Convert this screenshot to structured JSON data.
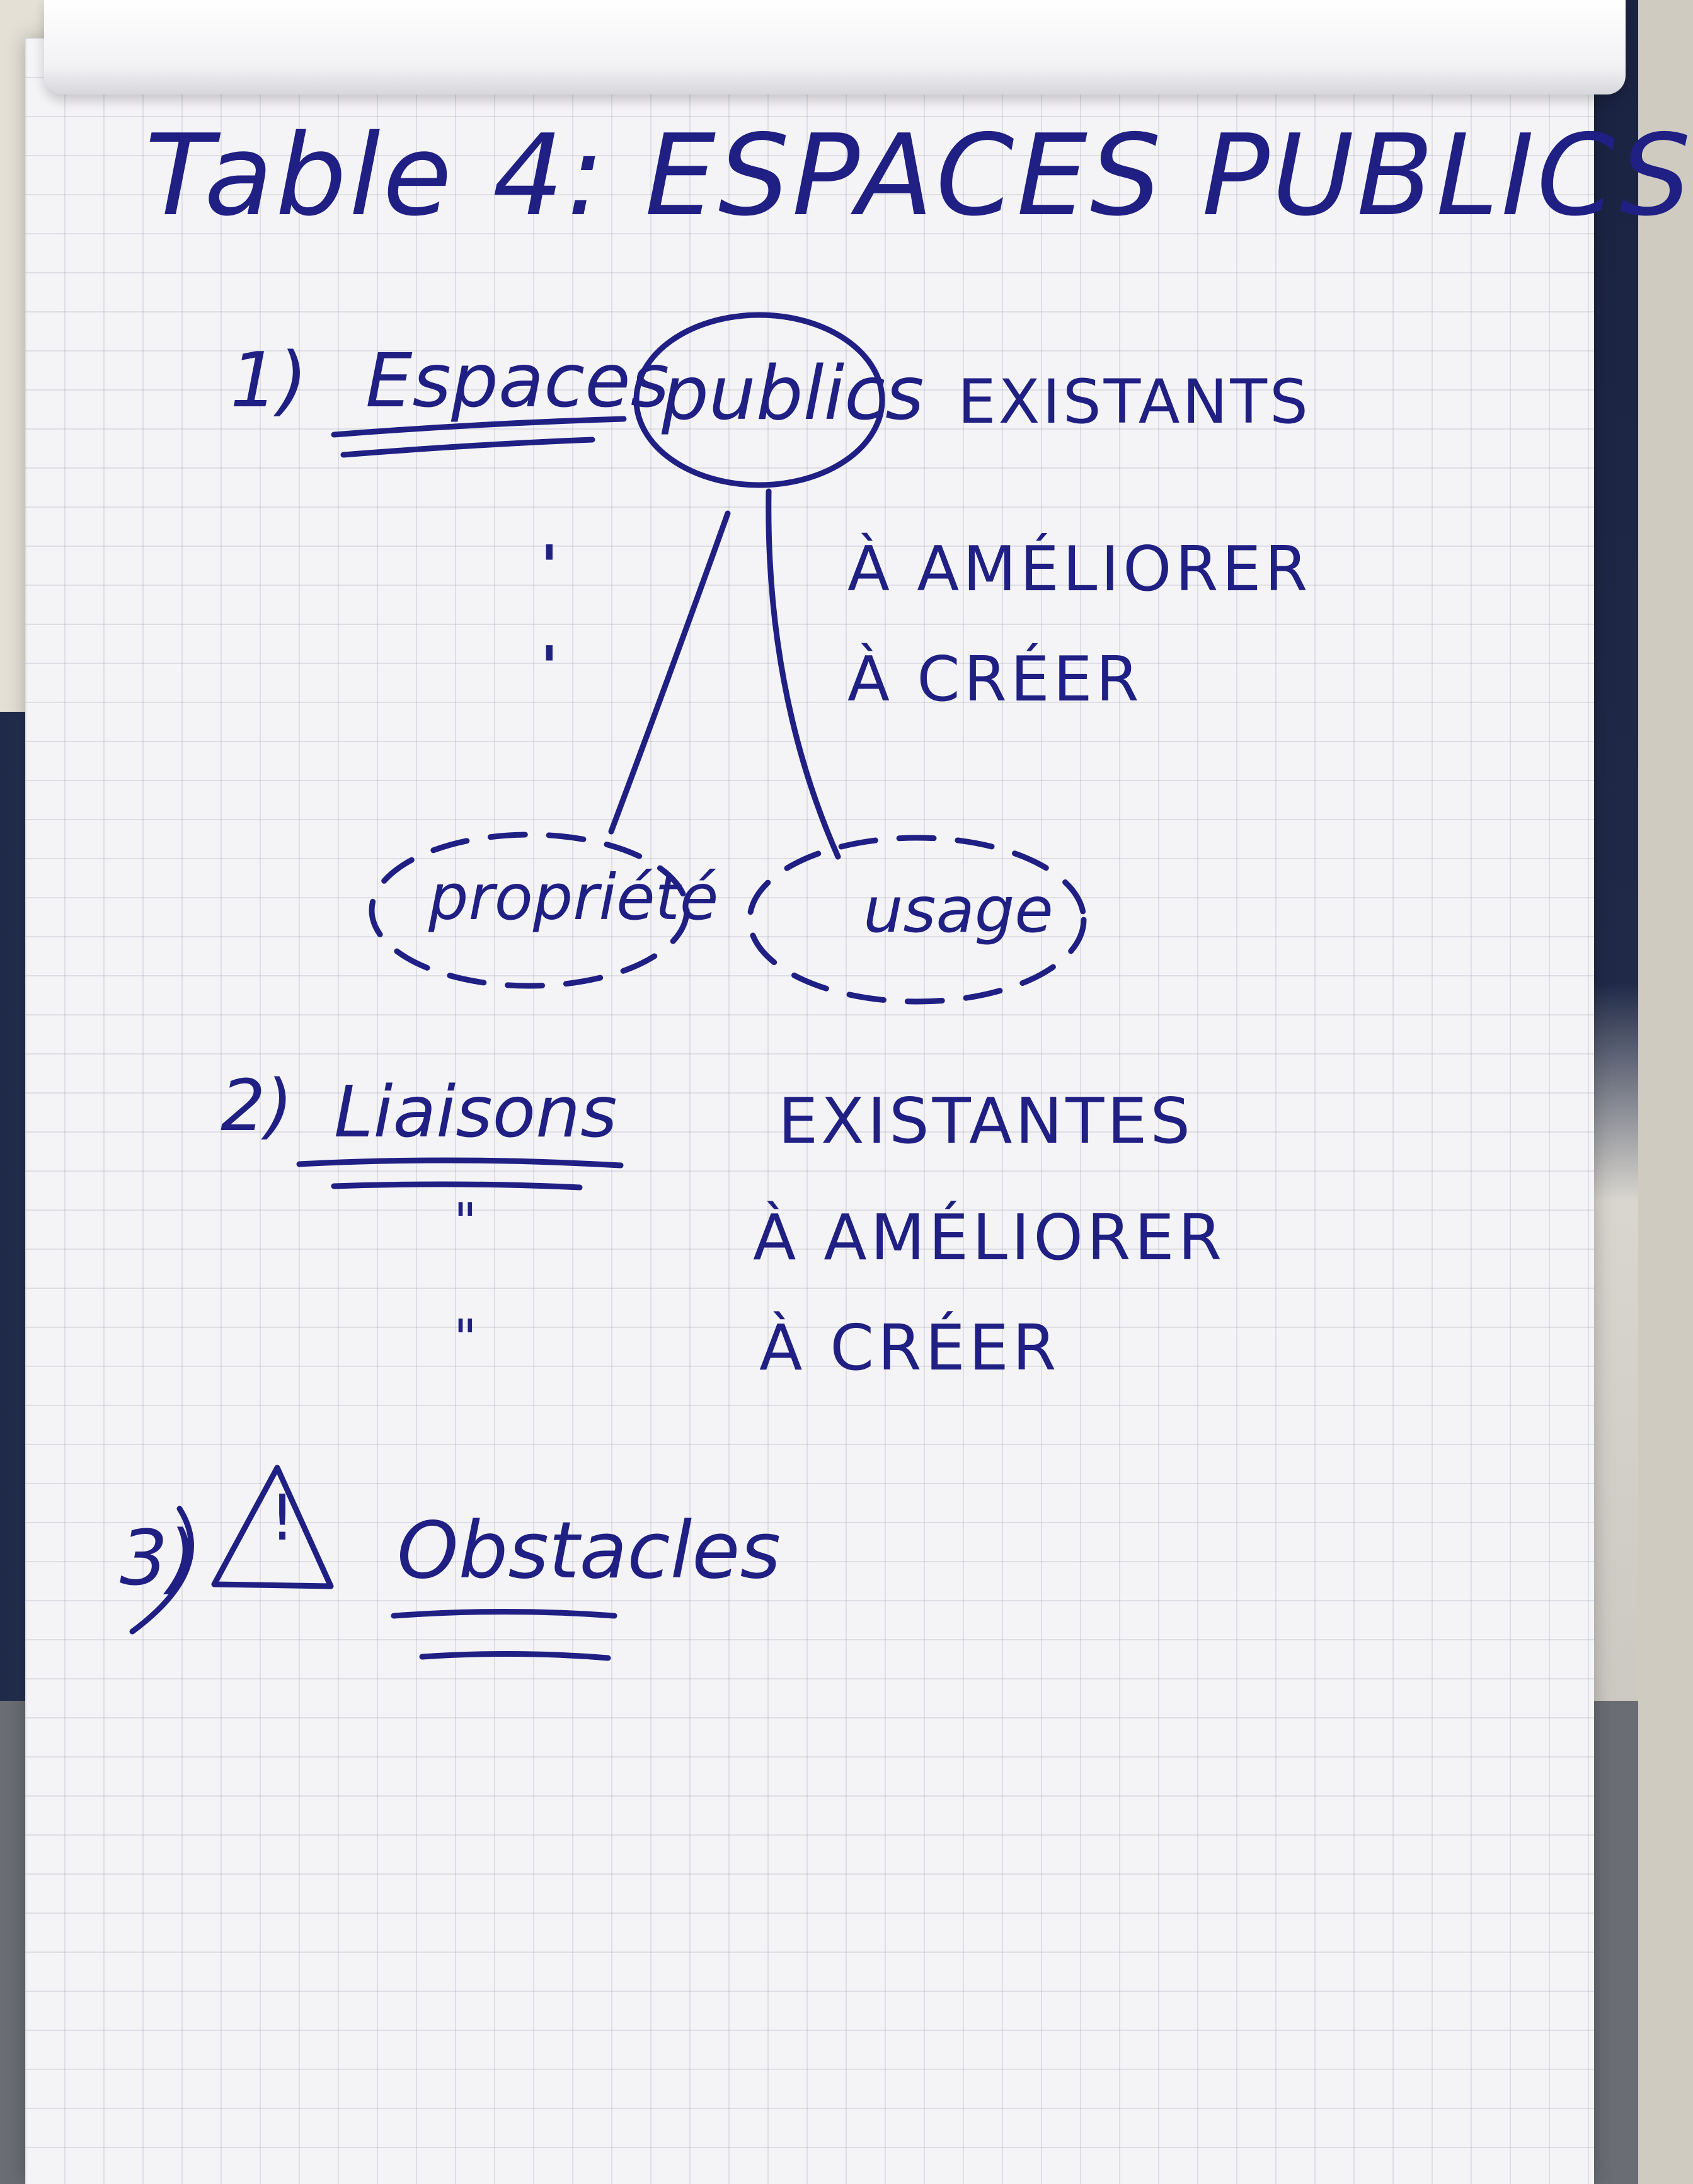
{
  "sheet": {
    "title": "Table 4: ESPACES PUBLICS",
    "section1": {
      "number": "1)",
      "term1": "Espaces",
      "term2": "publics",
      "existing": "EXISTANTS",
      "ditto1": "'",
      "ditto2": "'",
      "improve": "À AMÉLIORER",
      "create": "À CRÉER",
      "branch1": "propriété",
      "branch2": "usage"
    },
    "section2": {
      "number": "2)",
      "term": "Liaisons",
      "existing": "EXISTANTES",
      "ditto1": "\"",
      "ditto2": "\"",
      "improve": "À AMÉLIORER",
      "create": "À CRÉER"
    },
    "section3": {
      "number": "3)",
      "warning_symbol": "!",
      "term": "Obstacles"
    }
  },
  "colors": {
    "ink": "#1f1f84",
    "paper": "#f4f3f6"
  }
}
